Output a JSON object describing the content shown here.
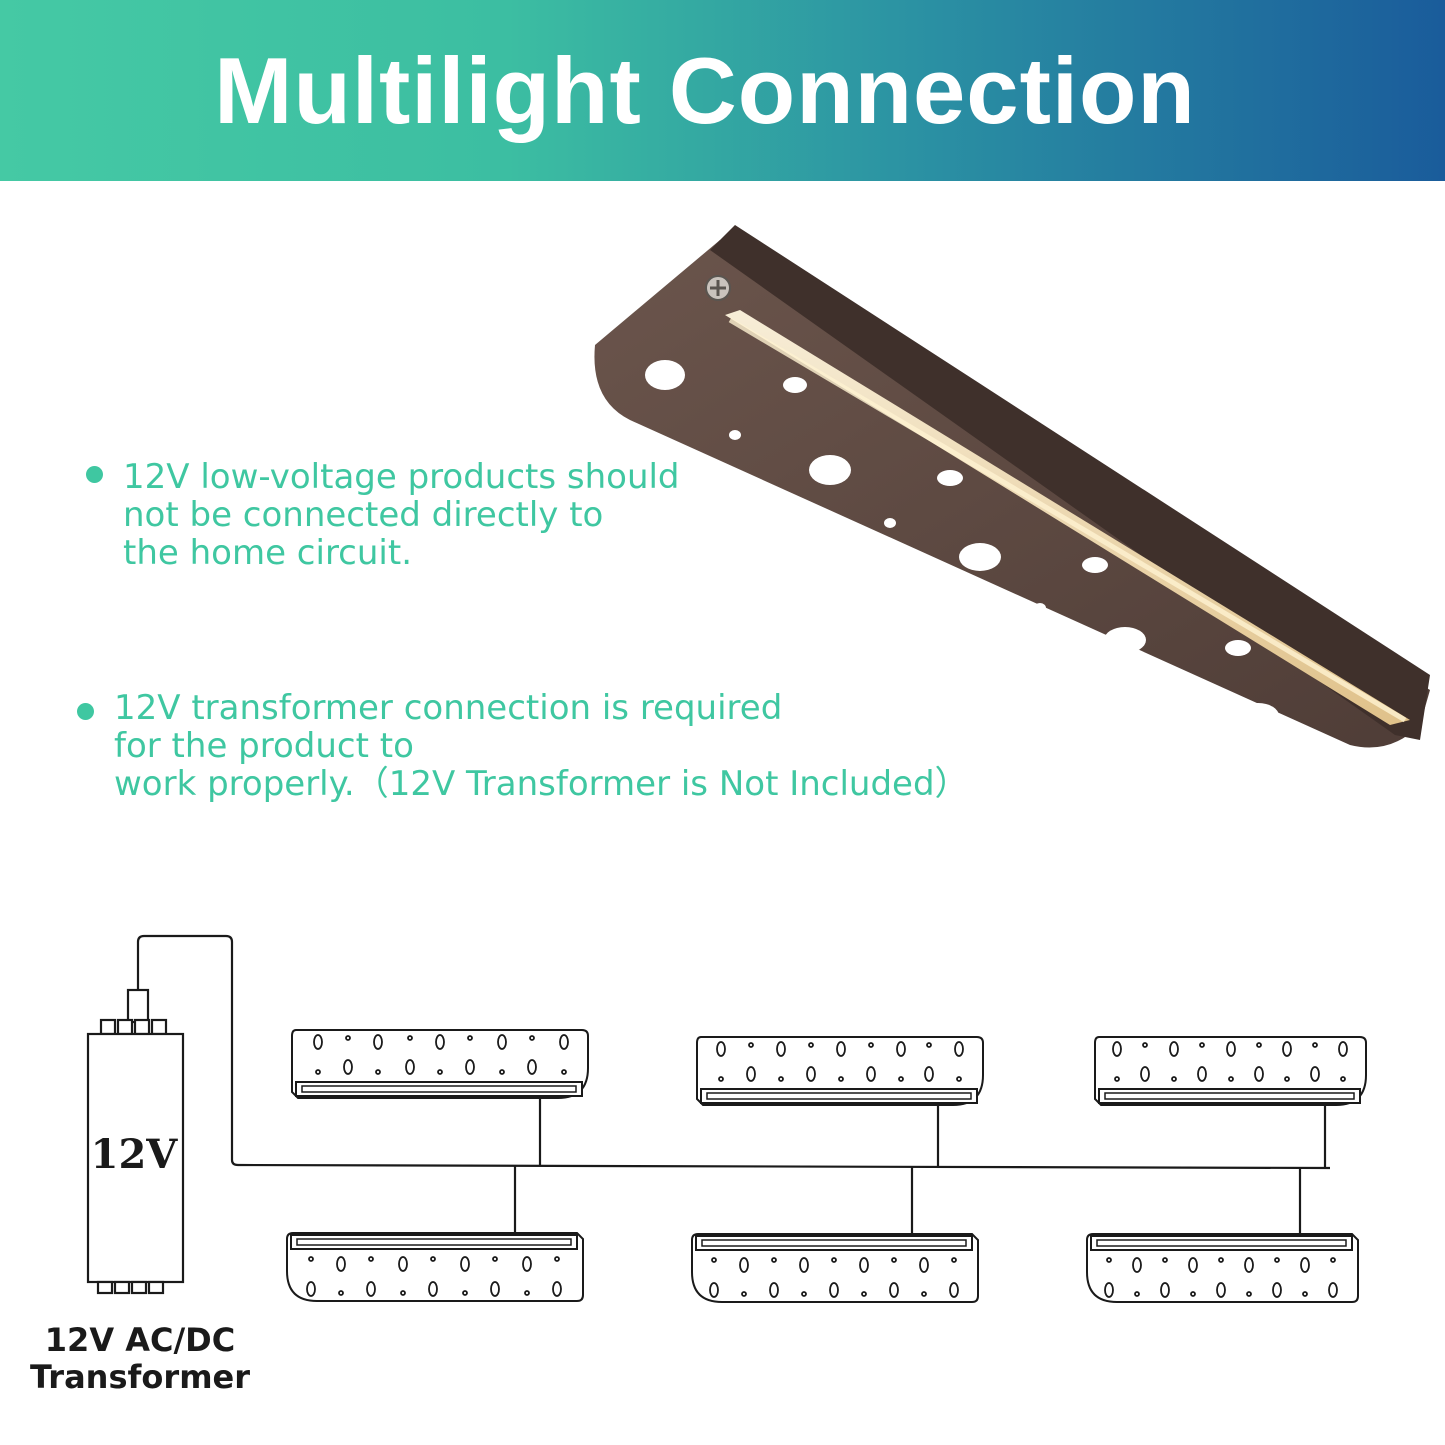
{
  "banner": {
    "title": "Multilight Connection"
  },
  "bullets": [
    {
      "lines": [
        "12V low-voltage products should",
        "not be connected directly to",
        "the home circuit."
      ]
    },
    {
      "lines": [
        "12V transformer connection is required",
        "for the product to",
        "work properly.（12V Transformer is Not Included）"
      ]
    }
  ],
  "transformer": {
    "box_text": "12V",
    "label_lines": [
      "12V AC/DC",
      "Transformer"
    ]
  },
  "colors": {
    "accent": "#3fc7a1",
    "banner_start": "#45c9a4",
    "banner_end": "#1a5c9b",
    "fixture": "#5e4a43"
  },
  "diagram": {
    "lights_top_row": 3,
    "lights_bottom_row": 3
  }
}
